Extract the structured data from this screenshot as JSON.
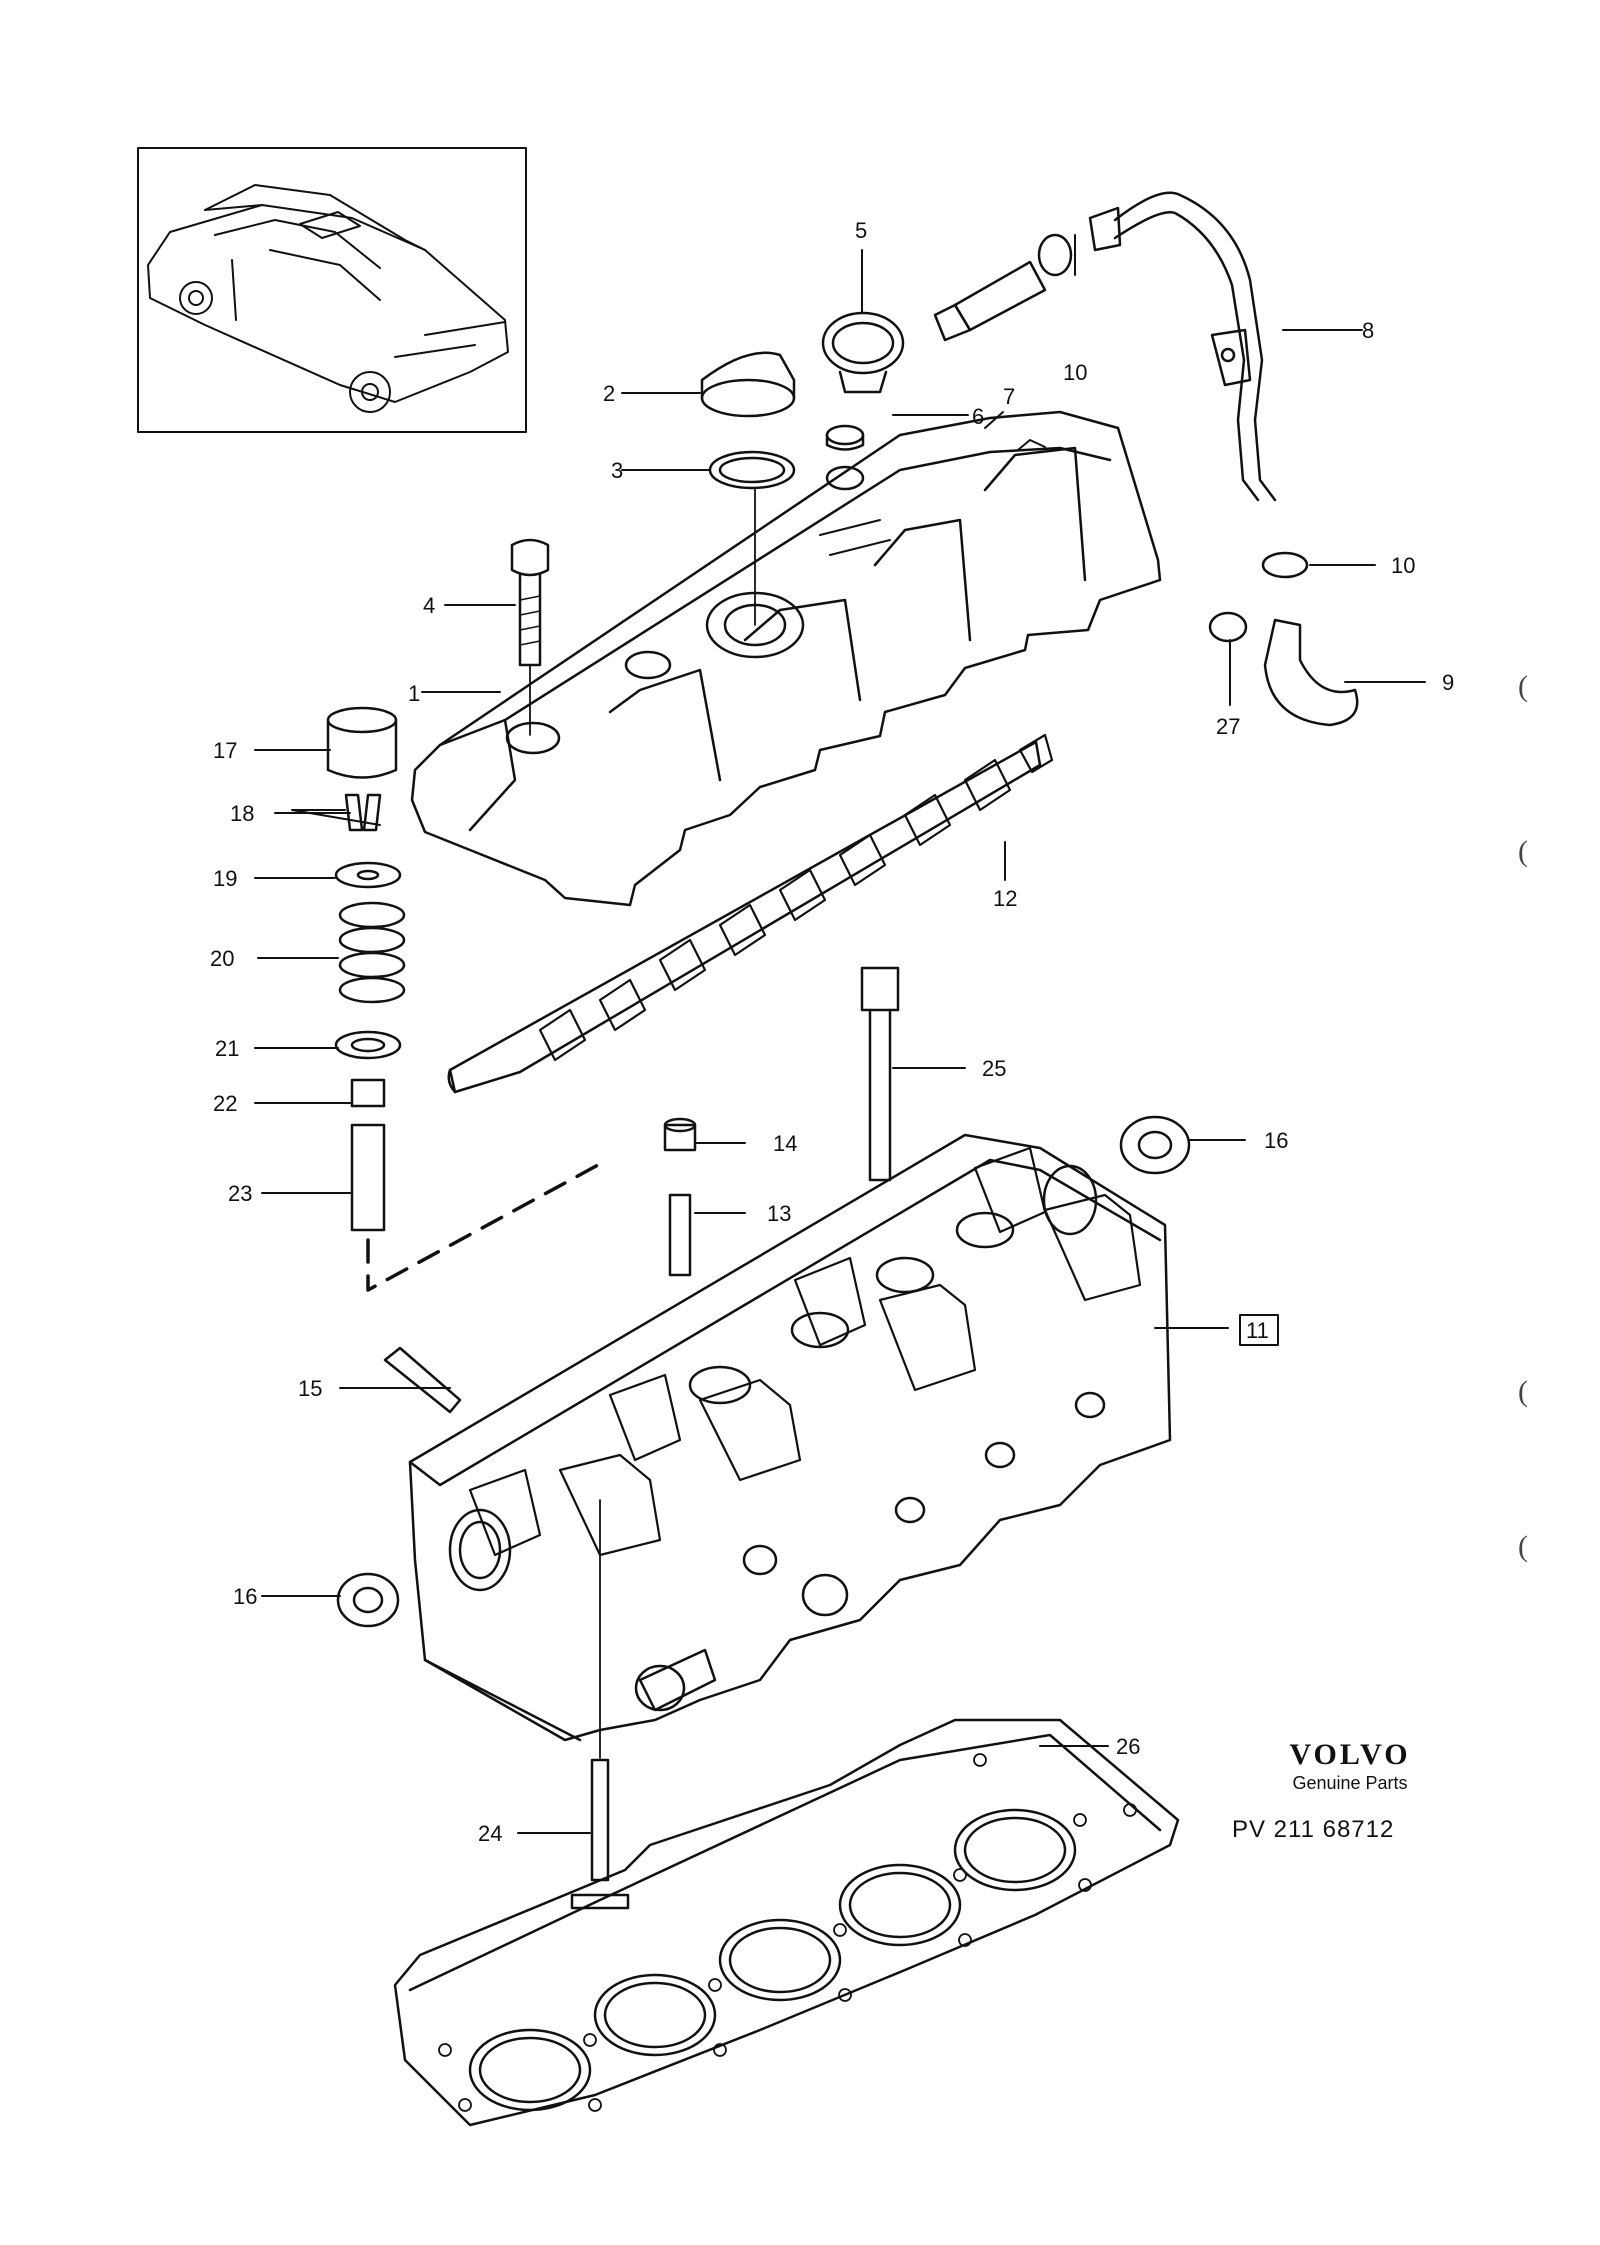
{
  "callouts": {
    "c1": "1",
    "c2": "2",
    "c3": "3",
    "c4": "4",
    "c5": "5",
    "c6": "6",
    "c7": "7",
    "c8": "8",
    "c9": "9",
    "c10a": "10",
    "c10b": "10",
    "c11": "11",
    "c12": "12",
    "c13": "13",
    "c14": "14",
    "c15": "15",
    "c16a": "16",
    "c16b": "16",
    "c17": "17",
    "c18": "18",
    "c19": "19",
    "c20": "20",
    "c21": "21",
    "c22": "22",
    "c23": "23",
    "c24": "24",
    "c25": "25",
    "c26": "26",
    "c27": "27"
  },
  "brand": {
    "logo": "VOLVO",
    "subtitle": "Genuine Parts",
    "diagram_code": "PV 211 68712"
  },
  "edge_marks": [
    "(",
    "(",
    "(",
    "("
  ],
  "colors": {
    "ink": "#111111",
    "paper": "#ffffff"
  }
}
